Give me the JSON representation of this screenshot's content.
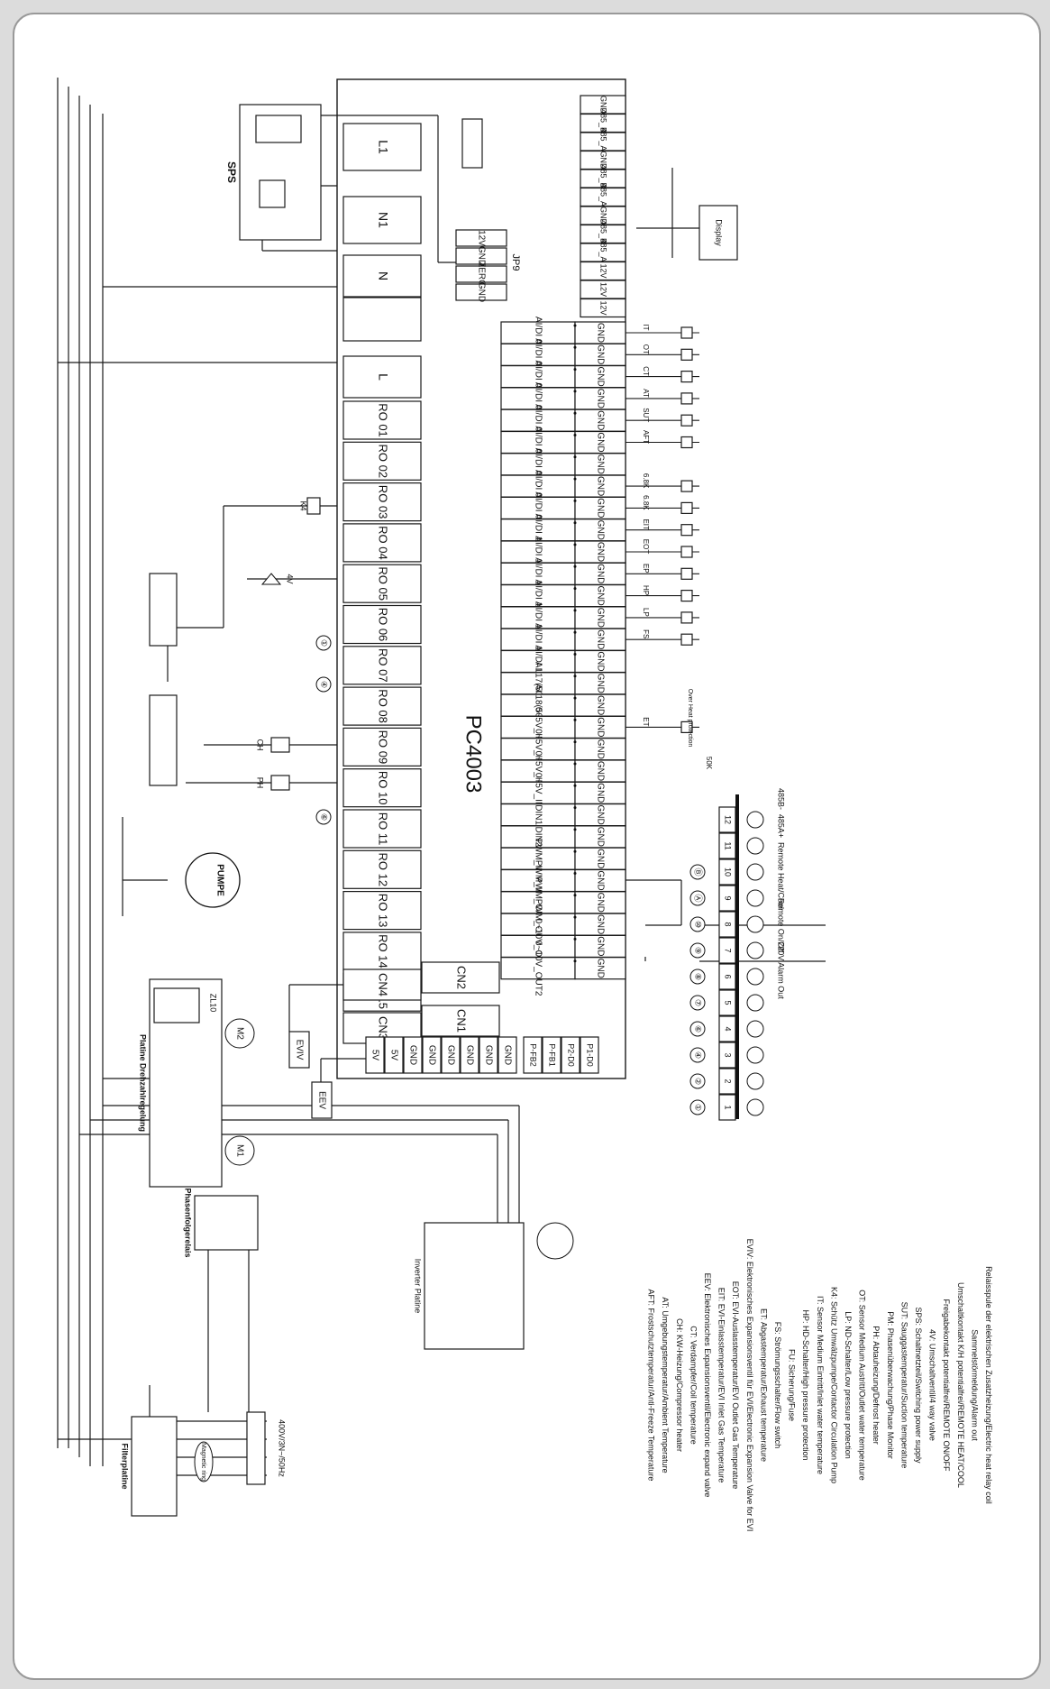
{
  "board": {
    "model": "PC4003",
    "power_top": [
      "L1",
      "N1",
      "N",
      "",
      "L"
    ],
    "relays": [
      "RO 01",
      "RO 02",
      "RO 03",
      "RO 04",
      "RO 05",
      "RO 06",
      "RO 07",
      "RO 08",
      "RO 09",
      "RO 10",
      "RO 11",
      "RO 12",
      "RO 13",
      "RO 14",
      "RO 15"
    ],
    "cn_left": [
      "CN4",
      "CN3"
    ],
    "cn_right": [
      "CN2",
      "CN1"
    ],
    "aux_col1": [
      "5V",
      "5V",
      "GND",
      "GND",
      "GND",
      "GND",
      "GND",
      "GND"
    ],
    "aux_col2": [
      "P-FB2",
      "P-FB1",
      "P2-D0",
      "P1-D0"
    ],
    "jp9": {
      "label": "JP9",
      "pins": [
        "12V",
        "GND",
        "ZERO",
        "GND"
      ]
    },
    "com_port": [
      "GND",
      "485_B3",
      "485_A3",
      "GND",
      "485_B2",
      "485_A2",
      "GND",
      "485_B1",
      "485_A1",
      "12V",
      "12V",
      "12V"
    ],
    "inputs": [
      "AI/DI 01",
      "AI/DI 02",
      "AI/DI 03",
      "AI/DI 04",
      "AI/DI 05",
      "AI/DI 06",
      "AI/DI 07",
      "AI/DI 08",
      "AI/DI 09",
      "AI/DI 10",
      "AI/DI 11",
      "AI/DI 12",
      "AI/DI 13",
      "AI/DI 14",
      "AI/DI 15",
      "AI/DI 16",
      "AI 17(50K)",
      "AI 18(50K)",
      "0~5V_IN1",
      "0~5V_IN2",
      "0~5V_IN3",
      "0~5V_IN4",
      "DIN1",
      "DIN2",
      "PWM_IN1",
      "PWM_IN2",
      "PWM_OUT1",
      "PWM_OUT2",
      "0~10V_OUT1",
      "0~10V_OUT2"
    ],
    "gnd": "GND"
  },
  "sensors": [
    "IT",
    "OT",
    "CT",
    "AT",
    "SUT",
    "AFT",
    "",
    "6.8K",
    "6.8K",
    "EIT",
    "EOT",
    "EP",
    "HP",
    "LP",
    "FS",
    "",
    "",
    "",
    "ET"
  ],
  "labels": {
    "sps": "SPS",
    "display": "Display",
    "pumpe": "PUMPE",
    "magnetic": "Magnetic ring",
    "drive_board": "Platine Drehzahlregelung",
    "phase": "Phasenfolgerelais",
    "filter": "Filterplatine",
    "inverter": "Inverter Platine",
    "eev": "EEV",
    "eviv": "EVIV",
    "kw_ch": "CH",
    "kw_ph": "PH",
    "k4": "K4",
    "fv": "4V",
    "zl10": "ZL10",
    "m1": "M1",
    "m2": "M2",
    "supply": "400V/3N~/50Hz",
    "over_heat": "Over Heat protection",
    "fivek": "50K"
  },
  "terminal": {
    "numbers": [
      "1",
      "2",
      "3",
      "4",
      "5",
      "6",
      "7",
      "8",
      "9",
      "10",
      "11",
      "12"
    ],
    "circles": [
      "①",
      "②",
      "④",
      "⑥",
      "⑦",
      "⑧",
      "⑨",
      "⑩",
      "Ⓐ",
      "Ⓑ"
    ],
    "groups": [
      "220V Alarm Out",
      "Remote On/Off",
      "Remote Heat/Cool",
      "485A+",
      "485B-"
    ]
  },
  "legend": [
    "AFT: Frostschutztemperatur/Anti-Freeze Temperature",
    "AT:  Umgebungstemperatur/Ambient Temperature",
    "CH: KW-Heizung/Compressor heater",
    "CT: Verdampfer/Coil temperature",
    "EEV: Elektronisches Expansionsventil/Electronic expand valve",
    "EIT: EVI-Einlasstemperatur/EVI Inlet Gas Temperature",
    "EOT: EVI-Auslasstemperatur/EVI Outlet Gas Temperature",
    "EVIV: Elektronisches Expansionsventil für EVI/Electronic Expansion Valve for EVI",
    "ET: Abgastemperatur/Exhaust temperature",
    "FS: Strömungsschalter/Flow switch",
    "FU: Sicherung/Fuse",
    "HP: HD-Schalter/High pressure protection",
    "IT: Sensor Medium Eintritt/Inlet water temperature",
    "K4: Schütz Umwälzpumpe/Contactor Circulation Pump",
    "LP: ND-Schalter/Low pressure protection",
    "OT: Sensor Medium Austritt/Outlet water temperature",
    "PH: Abtauheizung/Defrost heater",
    "PM: Phasenüberwachung/Phase Monitor",
    "SUT: Sauggastemperatur/Suction temperature",
    "SPS: Schaltnetzteil/Switching power supply",
    "4V: Umschaltventil/4 way valve",
    "Freigabekontakt potentialfrei/REMOTE ON/OFF",
    "Umschaltkontakt K/H potentialfrei/REMOTE HEAT/COOL",
    "Sammelstörmeldung/Alarm out",
    "Relaisspule der elektrischen Zusatzheizung/Electric heat relay coil"
  ],
  "colors": {
    "line": "#1a1a1a",
    "frame": "#999999",
    "paper": "#ffffff"
  }
}
